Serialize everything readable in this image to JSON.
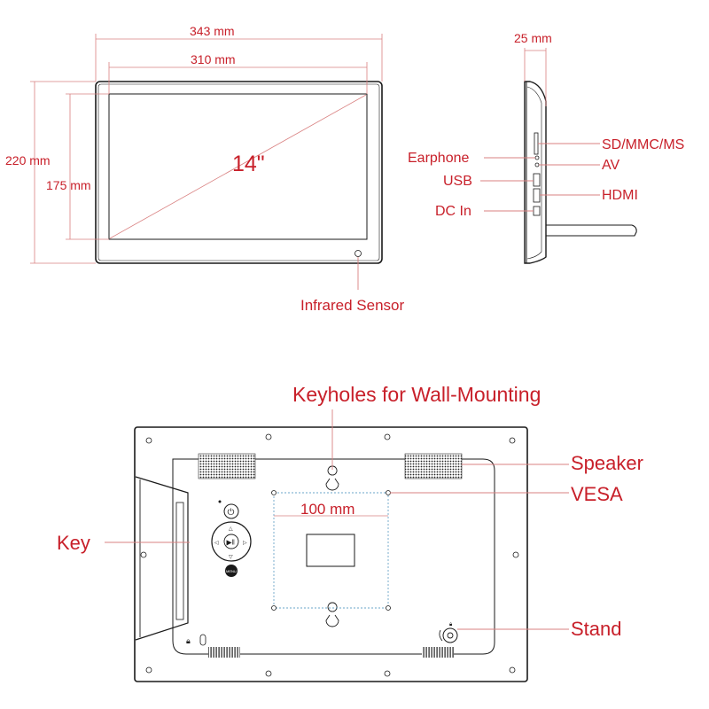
{
  "front": {
    "width_label": "343  mm",
    "inner_width_label": "310  mm",
    "height_label": "220  mm",
    "inner_height_label": "175  mm",
    "screen_size_label": "14\"",
    "infrared_label": "Infrared Sensor"
  },
  "side": {
    "depth_label": "25  mm",
    "earphone_label": "Earphone",
    "usb_label": "USB",
    "dcin_label": "DC In",
    "sd_label": "SD/MMC/MS",
    "av_label": "AV",
    "hdmi_label": "HDMI"
  },
  "back": {
    "keyholes_label": "Keyholes for Wall-Mounting",
    "speaker_label": "Speaker",
    "vesa_label": "VESA",
    "vesa_dim_label": "100  mm",
    "key_label": "Key",
    "stand_label": "Stand",
    "menu_button_text": "MENU"
  },
  "colors": {
    "label": "#c8202a",
    "dimension_line": "#d98080",
    "outline": "#1a1a1a",
    "vesa_box": "#6aa6c8"
  }
}
